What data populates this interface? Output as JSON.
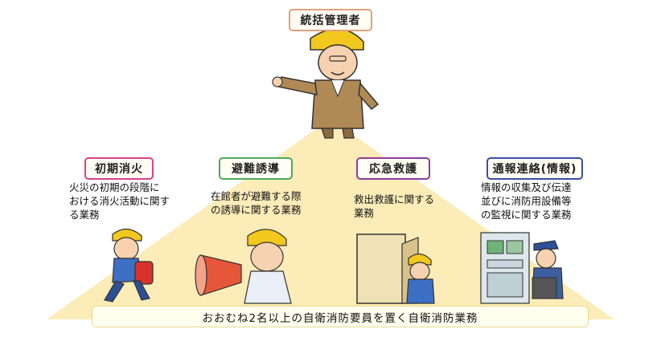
{
  "top_role": {
    "label": "統括管理者",
    "color": "#e2a07a"
  },
  "roles": [
    {
      "label": "初期消火",
      "color": "#d9408a",
      "description": "火災の初期の段階に\nおける消火活動に関す\nる業務"
    },
    {
      "label": "避難誘導",
      "color": "#4ea85a",
      "description": "在館者が避難する際\nの誘導に関する業務"
    },
    {
      "label": "応急救護",
      "color": "#8e3c9e",
      "description": "救出救護に関する\n業務"
    },
    {
      "label": "通報連絡(情報)",
      "color": "#3b4fa0",
      "description": "情報の収集及び伝達\n並びに消防用設備等\nの監視に関する業務"
    }
  ],
  "base_label": "おおむね2名以上の自衛消防要員を置く自衛消防業務",
  "pyramid_color": "#fbecb8",
  "helmet_color": "#f2c81e",
  "icons": [
    "manager-figure",
    "fire-extinguisher-runner",
    "megaphone-guide",
    "rescue-worker-at-door",
    "operator-at-control-panel"
  ]
}
